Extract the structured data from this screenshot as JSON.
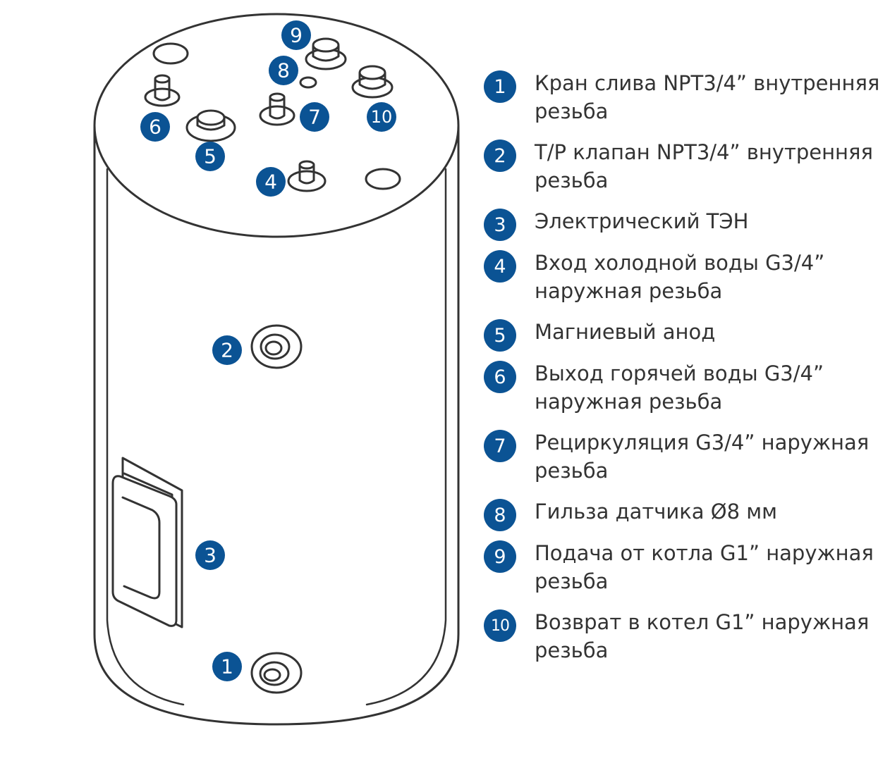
{
  "colors": {
    "badge": "#0b5394",
    "outline": "#333333",
    "text": "#333333"
  },
  "diagram_labels": [
    "1",
    "2",
    "3",
    "4",
    "5",
    "6",
    "7",
    "8",
    "9",
    "10"
  ],
  "legend": [
    {
      "num": "1",
      "text": "Кран слива NPT3/4” внутренняя резьба"
    },
    {
      "num": "2",
      "text": "Т/Р клапан NPT3/4” внутренняя резьба"
    },
    {
      "num": "3",
      "text": "Электрический ТЭН"
    },
    {
      "num": "4",
      "text": "Вход холодной воды G3/4” наружная резьба"
    },
    {
      "num": "5",
      "text": "Магниевый анод"
    },
    {
      "num": "6",
      "text": "Выход горячей воды G3/4” наружная резьба"
    },
    {
      "num": "7",
      "text": "Рециркуляция G3/4” наружная резьба"
    },
    {
      "num": "8",
      "text": "Гильза датчика Ø8 мм"
    },
    {
      "num": "9",
      "text": "Подача от котла G1” наружная резьба"
    },
    {
      "num": "10",
      "text": "Возврат в котел G1” наружная резьба"
    }
  ]
}
